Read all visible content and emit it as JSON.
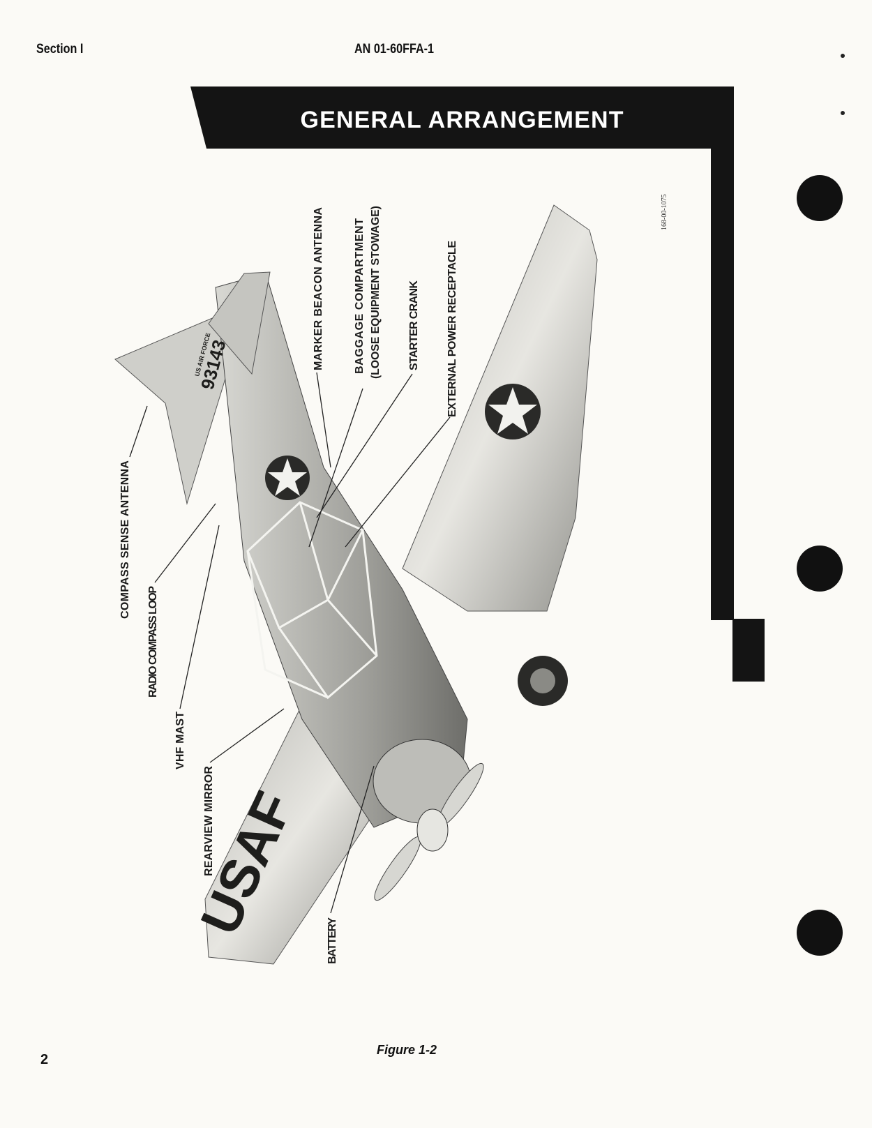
{
  "header": {
    "section": "Section I",
    "document_number": "AN 01-60FFA-1"
  },
  "title": "GENERAL ARRANGEMENT",
  "drawing_number": "168-00-1075",
  "labels": {
    "compass_sense_antenna": "COMPASS SENSE ANTENNA",
    "radio_compass_loop": "RADIO COMPASS LOOP",
    "vhf_mast": "VHF MAST",
    "rearview_mirror": "REARVIEW MIRROR",
    "battery": "BATTERY",
    "marker_beacon_antenna": "MARKER BEACON ANTENNA",
    "baggage_compartment": "BAGGAGE COMPARTMENT",
    "baggage_compartment_note": "(LOOSE EQUIPMENT STOWAGE)",
    "starter_crank": "STARTER CRANK",
    "external_power_receptacle": "EXTERNAL POWER RECEPTACLE"
  },
  "aircraft_markings": {
    "wing": "USAF",
    "tail_number": "93143",
    "tail_text": "US AIR FORCE"
  },
  "caption": "Figure 1-2",
  "page_number": "2"
}
